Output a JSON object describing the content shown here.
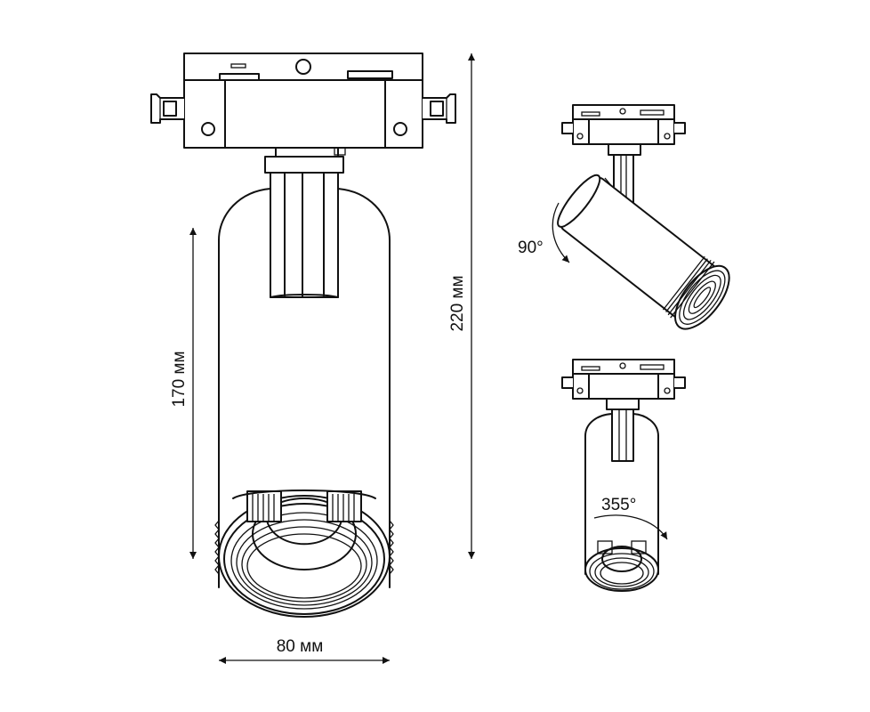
{
  "labels": {
    "height_total": "220 мм",
    "height_body": "170 мм",
    "width": "80 мм",
    "tilt_angle": "90°",
    "rotation_angle": "355°"
  },
  "colors": {
    "line": "#111111",
    "background": "#ffffff"
  }
}
